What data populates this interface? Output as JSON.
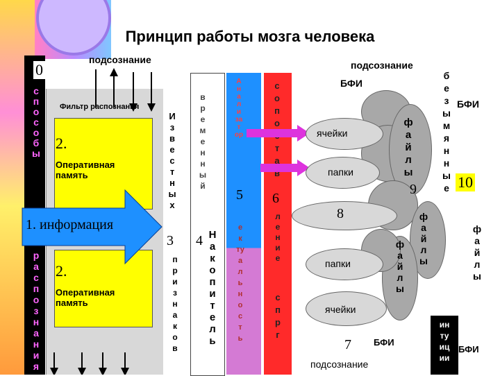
{
  "title": "Принцип работы мозга человека",
  "colors": {
    "yellow": "#ffff00",
    "blue": "#1e90ff",
    "red": "#ff2a2a",
    "pink": "#d47ad4",
    "magenta": "#dd33dd",
    "black": "#000000",
    "grey": "#a8a8a8",
    "light_grey": "#d8d8d8"
  },
  "labels": {
    "subconscious_top_left": "подсознание",
    "subconscious_top_right": "подсознание",
    "subconscious_bottom": "подсознание",
    "recognition_filter": "Фильтр распознания",
    "zero": "0",
    "bfi_top": "БФИ",
    "bfi_right": "БФИ",
    "bfi_bottom": "БФИ",
    "bfi_bottom_right": "БФИ",
    "two_a": "2.",
    "operative_memory_a": "Оперативная память",
    "two_b": "2.",
    "operative_memory_b": "Оперативная память",
    "information": "1. информация",
    "three": "3",
    "four": "4",
    "five": "5",
    "six": "6",
    "seven": "7",
    "eight": "8",
    "nine": "9",
    "ten": "10",
    "cells_top": "ячейки",
    "folders_top": "папки",
    "folders_bottom": "папки",
    "cells_bottom": "ячейки"
  },
  "vertical_words": {
    "methods": [
      "с",
      "п",
      "о",
      "с",
      "о",
      "б",
      "ы"
    ],
    "recognition": [
      "р",
      "а",
      "с",
      "п",
      "о",
      "з",
      "н",
      "а",
      "н",
      "и",
      "я"
    ],
    "known": [
      "И",
      "з",
      "в",
      "е",
      "с",
      "т",
      "н",
      "ы",
      "х"
    ],
    "temporary": [
      "в",
      "р",
      "е",
      "м",
      "е",
      "н",
      "н",
      "ы",
      "й"
    ],
    "features": [
      "п",
      "р",
      "и",
      "з",
      "н",
      "а",
      "к",
      "о",
      "в"
    ],
    "accumulator": [
      "Н",
      "а",
      "к",
      "о",
      "п",
      "и",
      "т",
      "е",
      "л",
      "ь"
    ],
    "analyzer": [
      "А",
      "н",
      "а",
      "л",
      "и",
      "за",
      "т",
      "ор"
    ],
    "identification": [
      "е",
      "к",
      "ту",
      "а",
      "л",
      "ь",
      "н",
      "о",
      "с",
      "т",
      "ь"
    ],
    "comparison": [
      "с",
      "о",
      "п",
      "о",
      "с",
      "т",
      "а",
      "в"
    ],
    "ranking": [
      "л",
      "е",
      "н",
      "и",
      "е"
    ],
    "abbreviations": [
      "с",
      "",
      "п",
      "р",
      "г"
    ],
    "stored": [
      "б",
      "е",
      "з",
      "ы",
      "м",
      "я",
      "н",
      "н",
      "ы",
      "е"
    ],
    "files_top": [
      "ф",
      "а",
      "й",
      "л",
      "ы"
    ],
    "files_right": [
      "ф",
      "а",
      "й",
      "л",
      "ы"
    ],
    "files_far_right": [
      "ф",
      "а",
      "й",
      "л",
      "ы"
    ],
    "files_bottom": [
      "ф",
      "а",
      "й",
      "л",
      "ы"
    ],
    "instit": [
      "ин",
      "ту",
      "иц",
      "ии"
    ]
  }
}
